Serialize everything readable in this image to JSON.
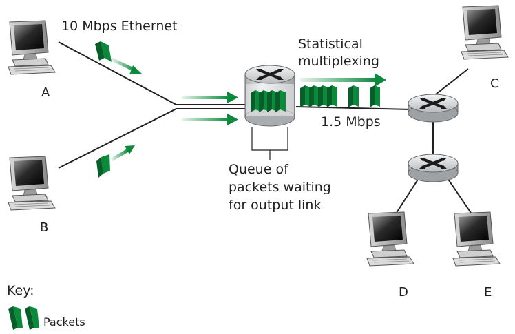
{
  "labels": {
    "ethernet": "10 Mbps Ethernet",
    "stat_line1": "Statistical",
    "stat_line2": "multiplexing",
    "link_speed": "1.5 Mbps",
    "queue_line1": "Queue of",
    "queue_line2": "packets waiting",
    "queue_line3": "for output link",
    "key": "Key:",
    "packets": "Packets"
  },
  "hosts": {
    "a": "A",
    "b": "B",
    "c": "C",
    "d": "D",
    "e": "E"
  },
  "colors": {
    "packet": "#0c8a3c",
    "packet_dark": "#085e29",
    "line": "#231f20",
    "router": "#c9ccce"
  }
}
